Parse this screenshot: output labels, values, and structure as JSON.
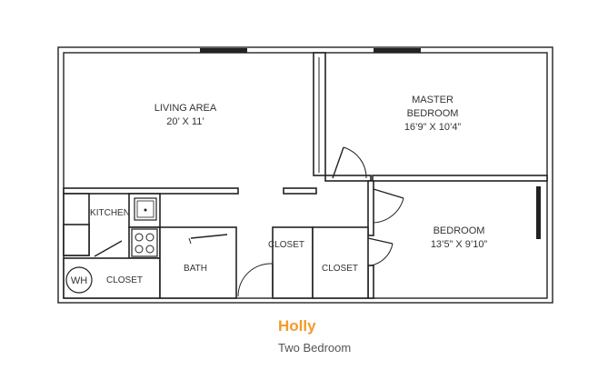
{
  "plan": {
    "name": "Holly",
    "subtitle": "Two Bedroom",
    "accent_color": "#f39a2b",
    "rooms": {
      "living_area": {
        "label": "LIVING AREA",
        "size": "20’ X 11’"
      },
      "master_bedroom": {
        "label_line1": "MASTER",
        "label_line2": "BEDROOM",
        "size": "16’9” X 10’4”"
      },
      "bedroom": {
        "label": "BEDROOM",
        "size": "13’5” X 9’10”"
      },
      "kitchen": {
        "label": "KITCHEN"
      },
      "bath": {
        "label": "BATH"
      },
      "closet_wh": {
        "label": "CLOSET"
      },
      "closet_hall": {
        "label": "CLOSET"
      },
      "closet_bedroom": {
        "label": "CLOSET"
      },
      "water_heater": {
        "label": "WH"
      }
    }
  }
}
